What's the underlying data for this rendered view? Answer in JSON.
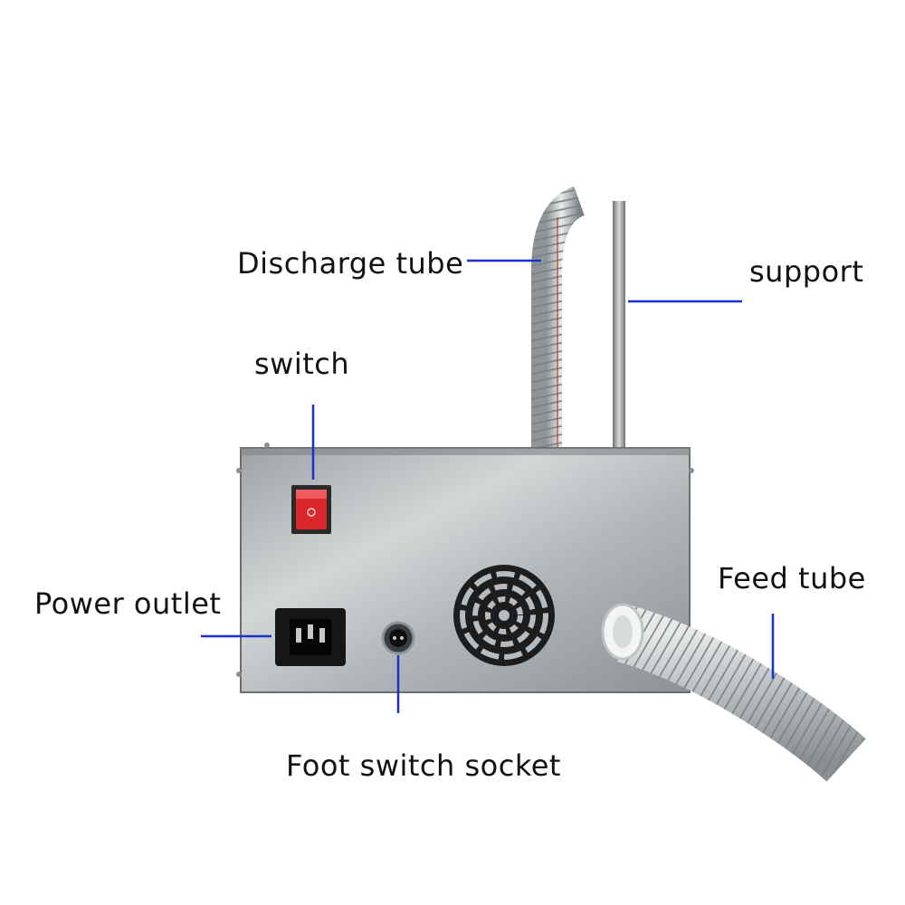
{
  "labels": {
    "discharge_tube": "Discharge tube",
    "support": "support",
    "switch": "switch",
    "power_outlet": "Power outlet",
    "feed_tube": "Feed tube",
    "foot_switch_socket": "Foot switch socket"
  },
  "colors": {
    "leader_line": "#1a2fd0",
    "rocker_switch": "#d8262b",
    "housing": "#b9bcbd",
    "background": "#ffffff"
  }
}
